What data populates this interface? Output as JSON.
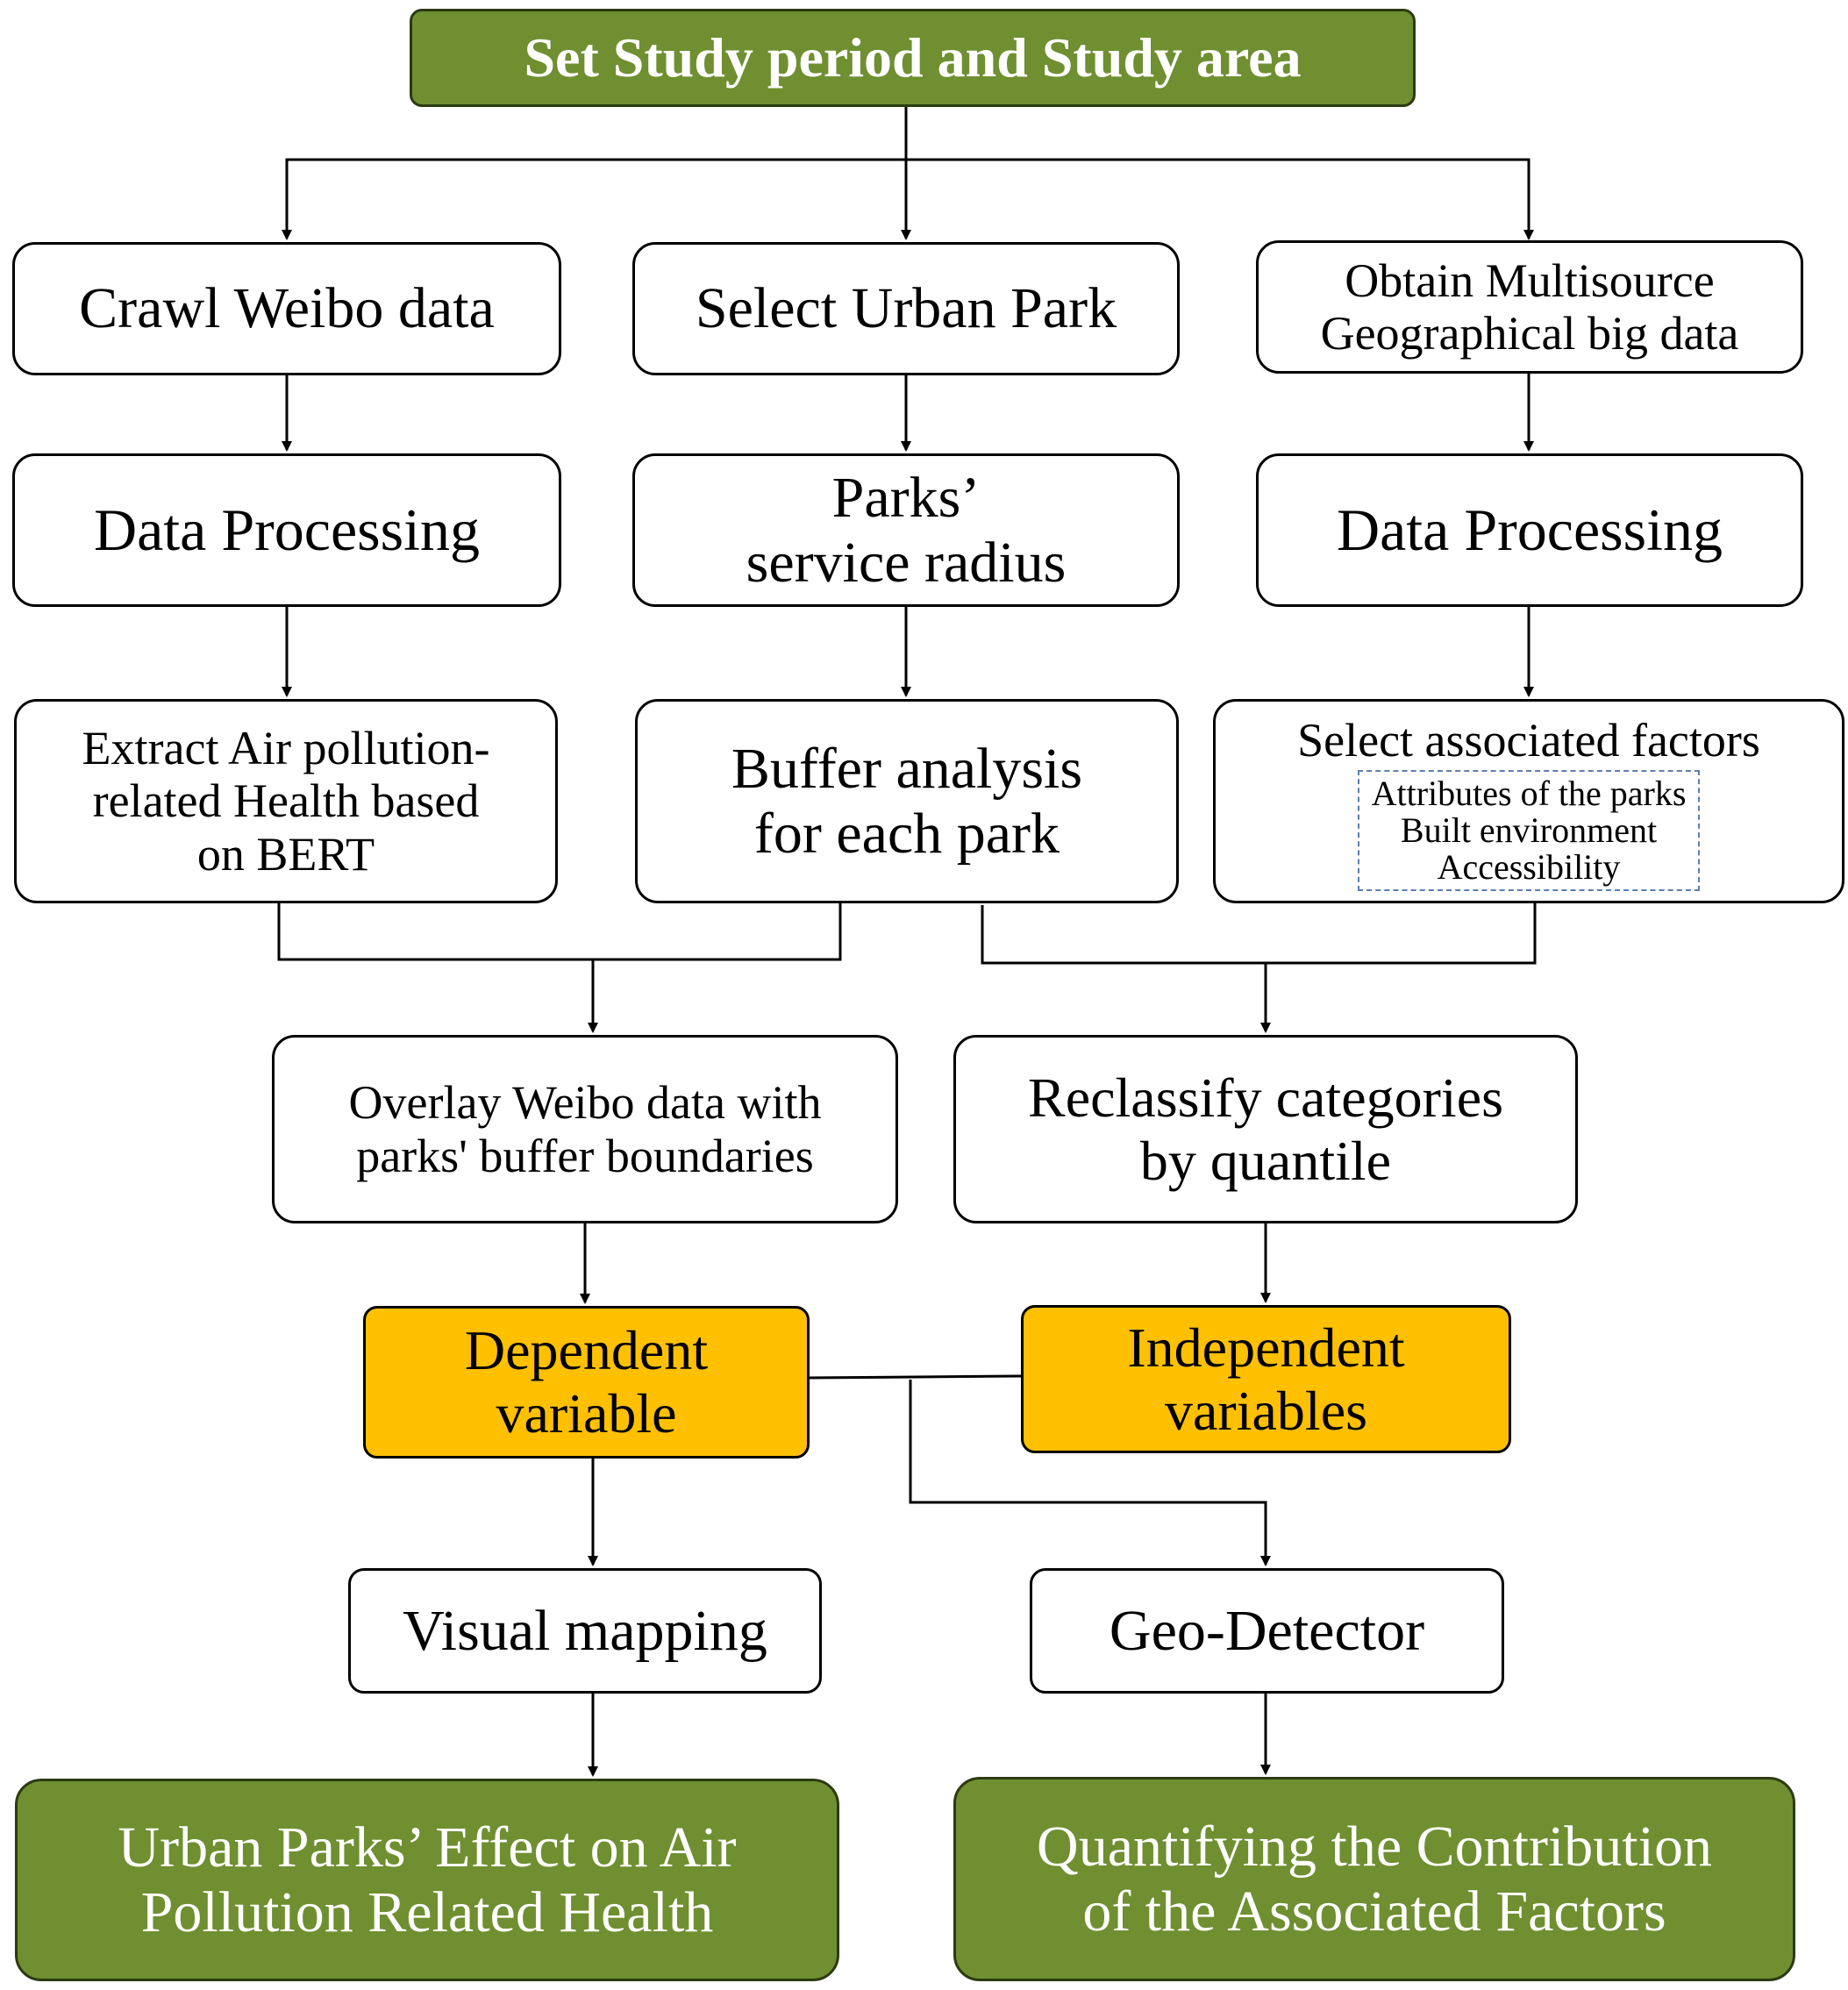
{
  "nodes": {
    "start": [
      "Set Study period and Study area"
    ],
    "crawl": [
      "Crawl Weibo data"
    ],
    "select_park": [
      "Select Urban Park"
    ],
    "obtain": [
      "Obtain Multisource",
      "Geographical big data"
    ],
    "proc_left": [
      "Data Processing"
    ],
    "radius": [
      "Parks’",
      "service radius"
    ],
    "proc_right": [
      "Data Processing"
    ],
    "extract": [
      "Extract Air pollution-",
      "related Health based",
      "on BERT"
    ],
    "buffer": [
      "Buffer analysis",
      "for each park"
    ],
    "factors": [
      "Select associated factors"
    ],
    "factors_sub": [
      "Attributes of the parks",
      "Built environment",
      "Accessibility"
    ],
    "overlay": [
      "Overlay Weibo data with",
      "parks' buffer boundaries"
    ],
    "reclassify": [
      "Reclassify categories",
      "by quantile"
    ],
    "dependent": [
      "Dependent",
      "variable"
    ],
    "independent": [
      "Independent",
      "variables"
    ],
    "visual": [
      "Visual mapping"
    ],
    "geo": [
      "Geo-Detector"
    ],
    "out_left": [
      "Urban Parks’ Effect on Air",
      "Pollution Related Health"
    ],
    "out_right": [
      "Quantifying the Contribution",
      "of the Associated Factors"
    ]
  },
  "colors": {
    "start_fill": "#6f8f31",
    "output_fill": "#6f8f31",
    "variable_fill": "#fec001",
    "dashed_border": "#5b7fb0",
    "line": "#000000"
  }
}
